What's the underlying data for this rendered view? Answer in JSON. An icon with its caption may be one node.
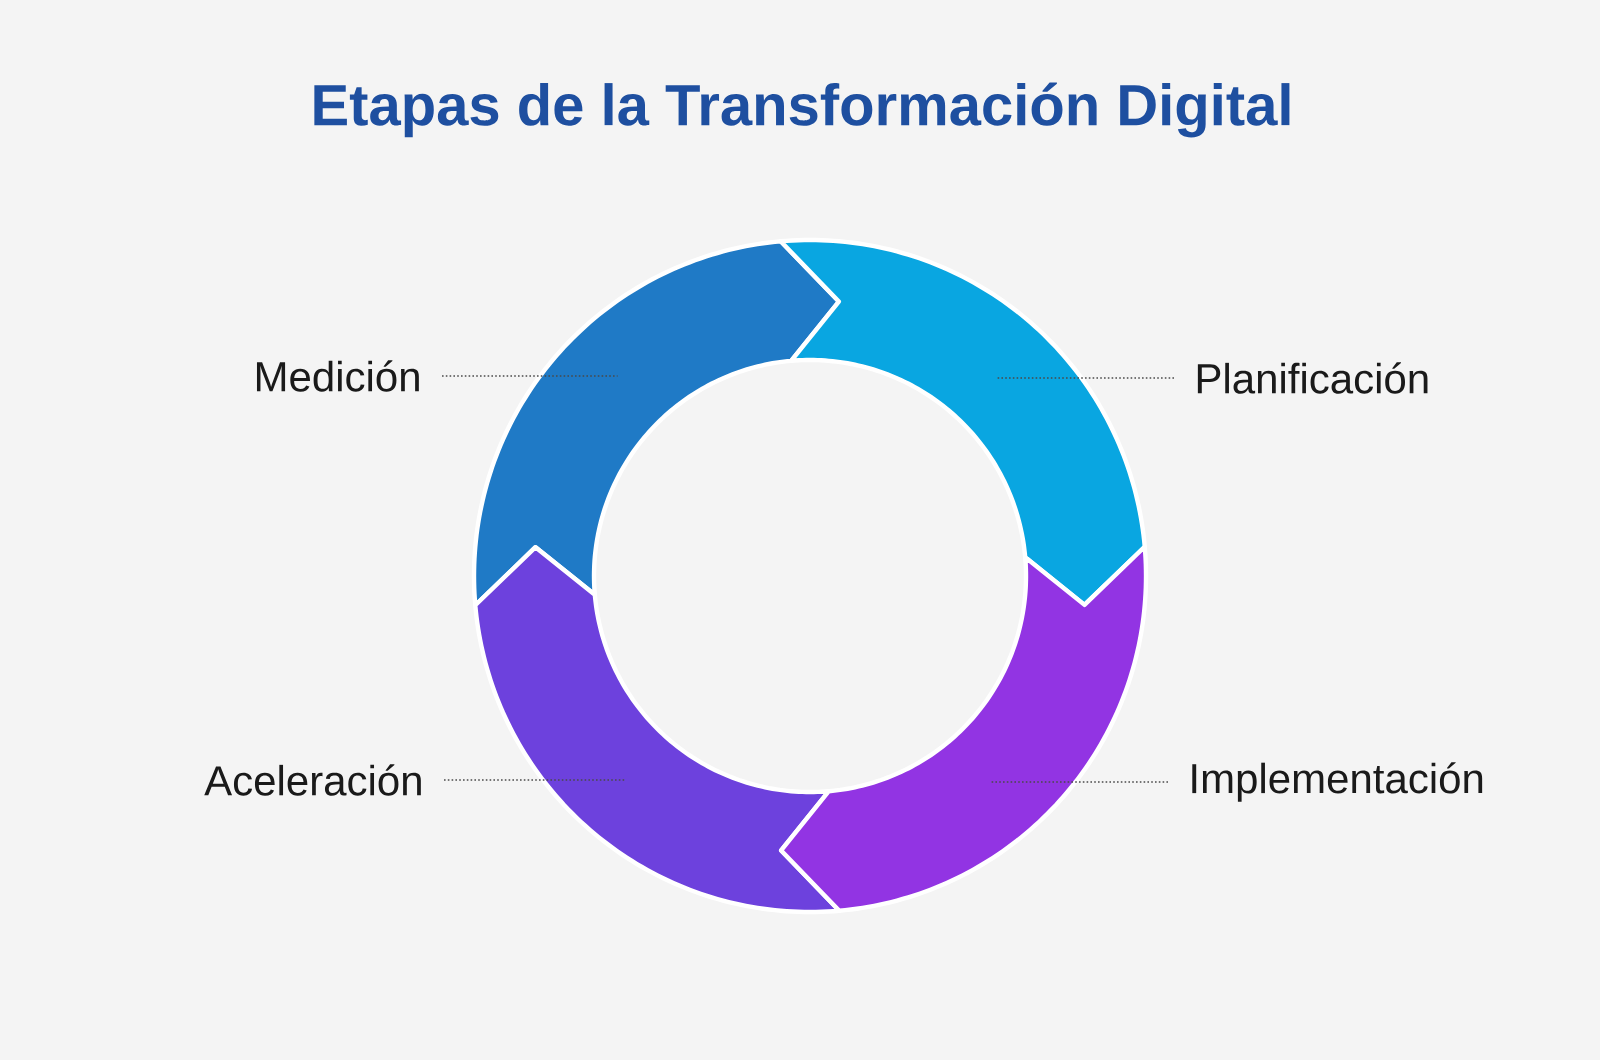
{
  "diagram": {
    "title": "Etapas de la Transformación Digital",
    "nodes": [
      {
        "text": [
          "Medición"
        ]
      },
      {
        "text": [],
        "shape": "arrow"
      },
      {
        "text": [
          "Planificación"
        ]
      },
      {
        "text": [],
        "shape": "arrow"
      },
      {
        "text": [
          "Aceleración"
        ]
      },
      {
        "text": [],
        "shape": "arrow"
      },
      {
        "text": [
          "Implementación"
        ]
      },
      {
        "text": [],
        "shape": "arrow"
      }
    ],
    "edges": [
      {
        "from": 0,
        "to": 1,
        "arrow": "none",
        "style": "dashed"
      },
      {
        "from": 2,
        "to": 3,
        "arrow": "none",
        "style": "dashed"
      },
      {
        "from": 4,
        "to": 5,
        "arrow": "none",
        "style": "dashed"
      },
      {
        "from": 6,
        "to": 7,
        "arrow": "none",
        "style": "dashed"
      }
    ]
  }
}
